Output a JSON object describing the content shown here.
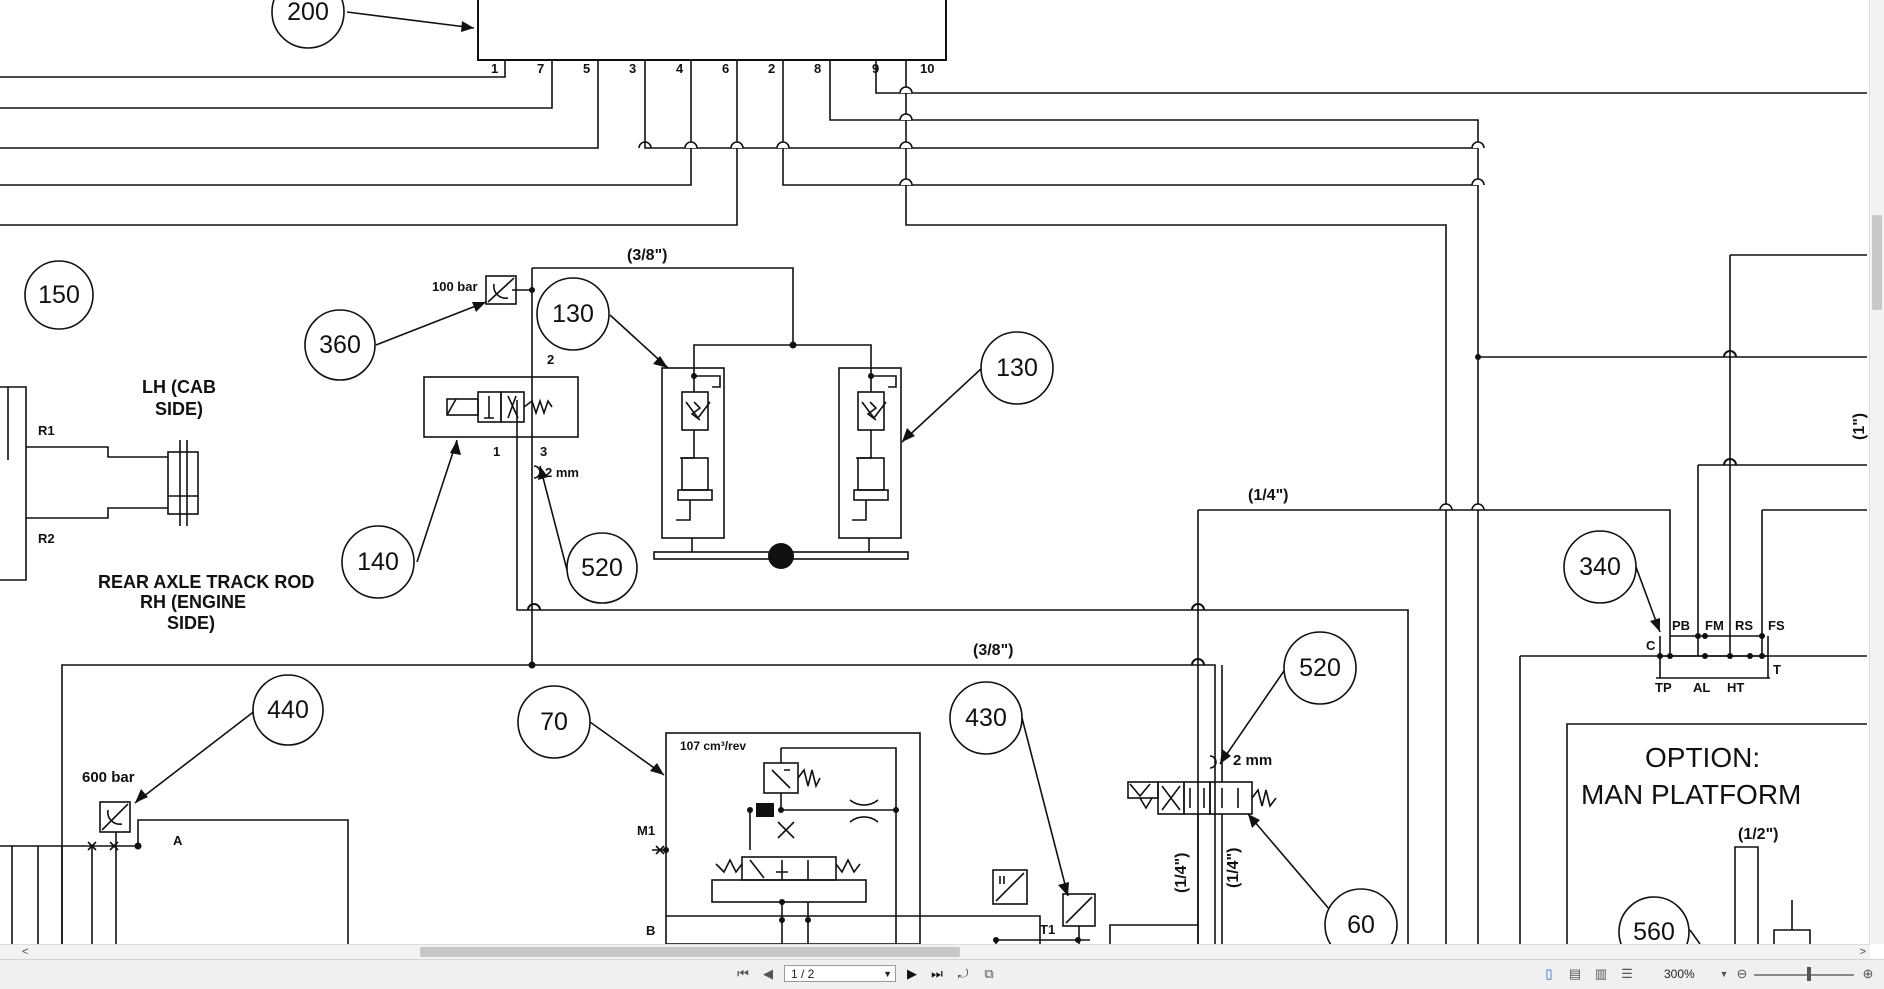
{
  "diagram": {
    "callouts": {
      "c200": "200",
      "c150": "150",
      "c360": "360",
      "c130a": "130",
      "c130b": "130",
      "c140": "140",
      "c520a": "520",
      "c440": "440",
      "c70": "70",
      "c430": "430",
      "c520b": "520",
      "c60": "60",
      "c340": "340",
      "c560": "560"
    },
    "connector_pins": [
      "1",
      "7",
      "5",
      "3",
      "4",
      "6",
      "2",
      "8",
      "9",
      "10"
    ],
    "labels": {
      "pipe_3_8_top": "(3/8\")",
      "pipe_3_8_mid": "(3/8\")",
      "pipe_1_4_h": "(1/4\")",
      "pipe_1_4_v1": "(1/4\")",
      "pipe_1_4_v2": "(1/4\")",
      "pipe_1_2": "(1/2\")",
      "pipe_1": "(1\")",
      "p100bar": "100 bar",
      "p600bar": "600 bar",
      "lh_line1": "LH (CAB",
      "lh_line2": "SIDE)",
      "rear_line1": "REAR AXLE TRACK ROD",
      "rear_line2": "RH (ENGINE",
      "rear_line3": "SIDE)",
      "r1": "R1",
      "r2": "R2",
      "port2": "2",
      "port1": "1",
      "port3": "3",
      "orifice_2mm_a": "2 mm",
      "orifice_2mm_b": "2 mm",
      "displacement": "107 cm³/rev",
      "m1": "M1",
      "b": "B",
      "a": "A",
      "t1": "T1",
      "pb": "PB",
      "fm": "FM",
      "rs": "RS",
      "fs": "FS",
      "c": "C",
      "t": "T",
      "tp": "TP",
      "al": "AL",
      "ht": "HT",
      "option_line1": "OPTION:",
      "option_line2": "MAN  PLATFORM"
    }
  },
  "toolbar": {
    "page_indicator": "1 / 2",
    "zoom": "300%",
    "icons": [
      "first-page-icon",
      "prev-page-icon",
      "next-page-icon",
      "last-page-icon",
      "rotate-icon",
      "fit-icon",
      "single-page-icon",
      "continuous-icon",
      "two-page-icon",
      "outline-icon",
      "zoom-out-icon",
      "zoom-in-icon"
    ]
  },
  "scrollbar": {
    "left_arrow": "<",
    "right_arrow": ">"
  }
}
